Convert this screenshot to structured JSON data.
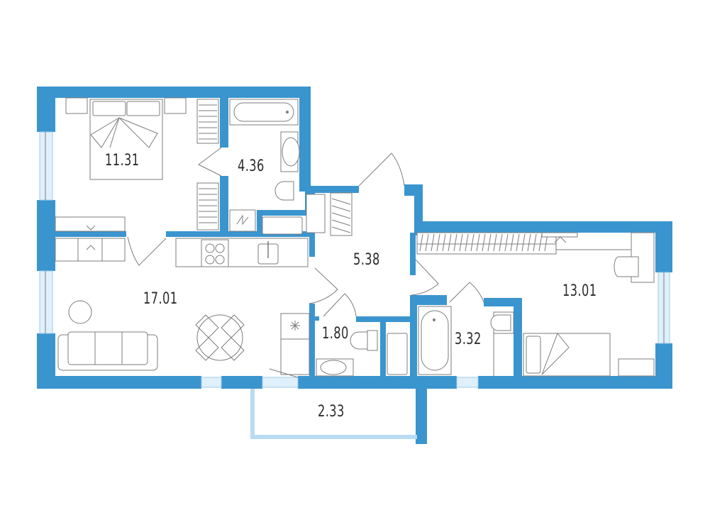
{
  "floor_plan": {
    "type": "apartment-floor-plan",
    "colors": {
      "wall": "#3a95cf",
      "window": "#dff0fb",
      "furniture_line": "#7d7d7d",
      "label_text": "#2b2b2b",
      "background": "#ffffff"
    },
    "rooms": [
      {
        "id": "bedroom",
        "area": "11.31",
        "kind": "bedroom"
      },
      {
        "id": "bathroom-main",
        "area": "4.36",
        "kind": "bathroom"
      },
      {
        "id": "hallway",
        "area": "5.38",
        "kind": "hallway"
      },
      {
        "id": "kitchen-living",
        "area": "17.01",
        "kind": "kitchen-living room"
      },
      {
        "id": "wc",
        "area": "1.80",
        "kind": "toilet"
      },
      {
        "id": "bathroom-second",
        "area": "3.32",
        "kind": "bathroom"
      },
      {
        "id": "bedroom-second",
        "area": "13.01",
        "kind": "bedroom"
      },
      {
        "id": "balcony",
        "area": "2.33",
        "kind": "balcony"
      }
    ]
  }
}
